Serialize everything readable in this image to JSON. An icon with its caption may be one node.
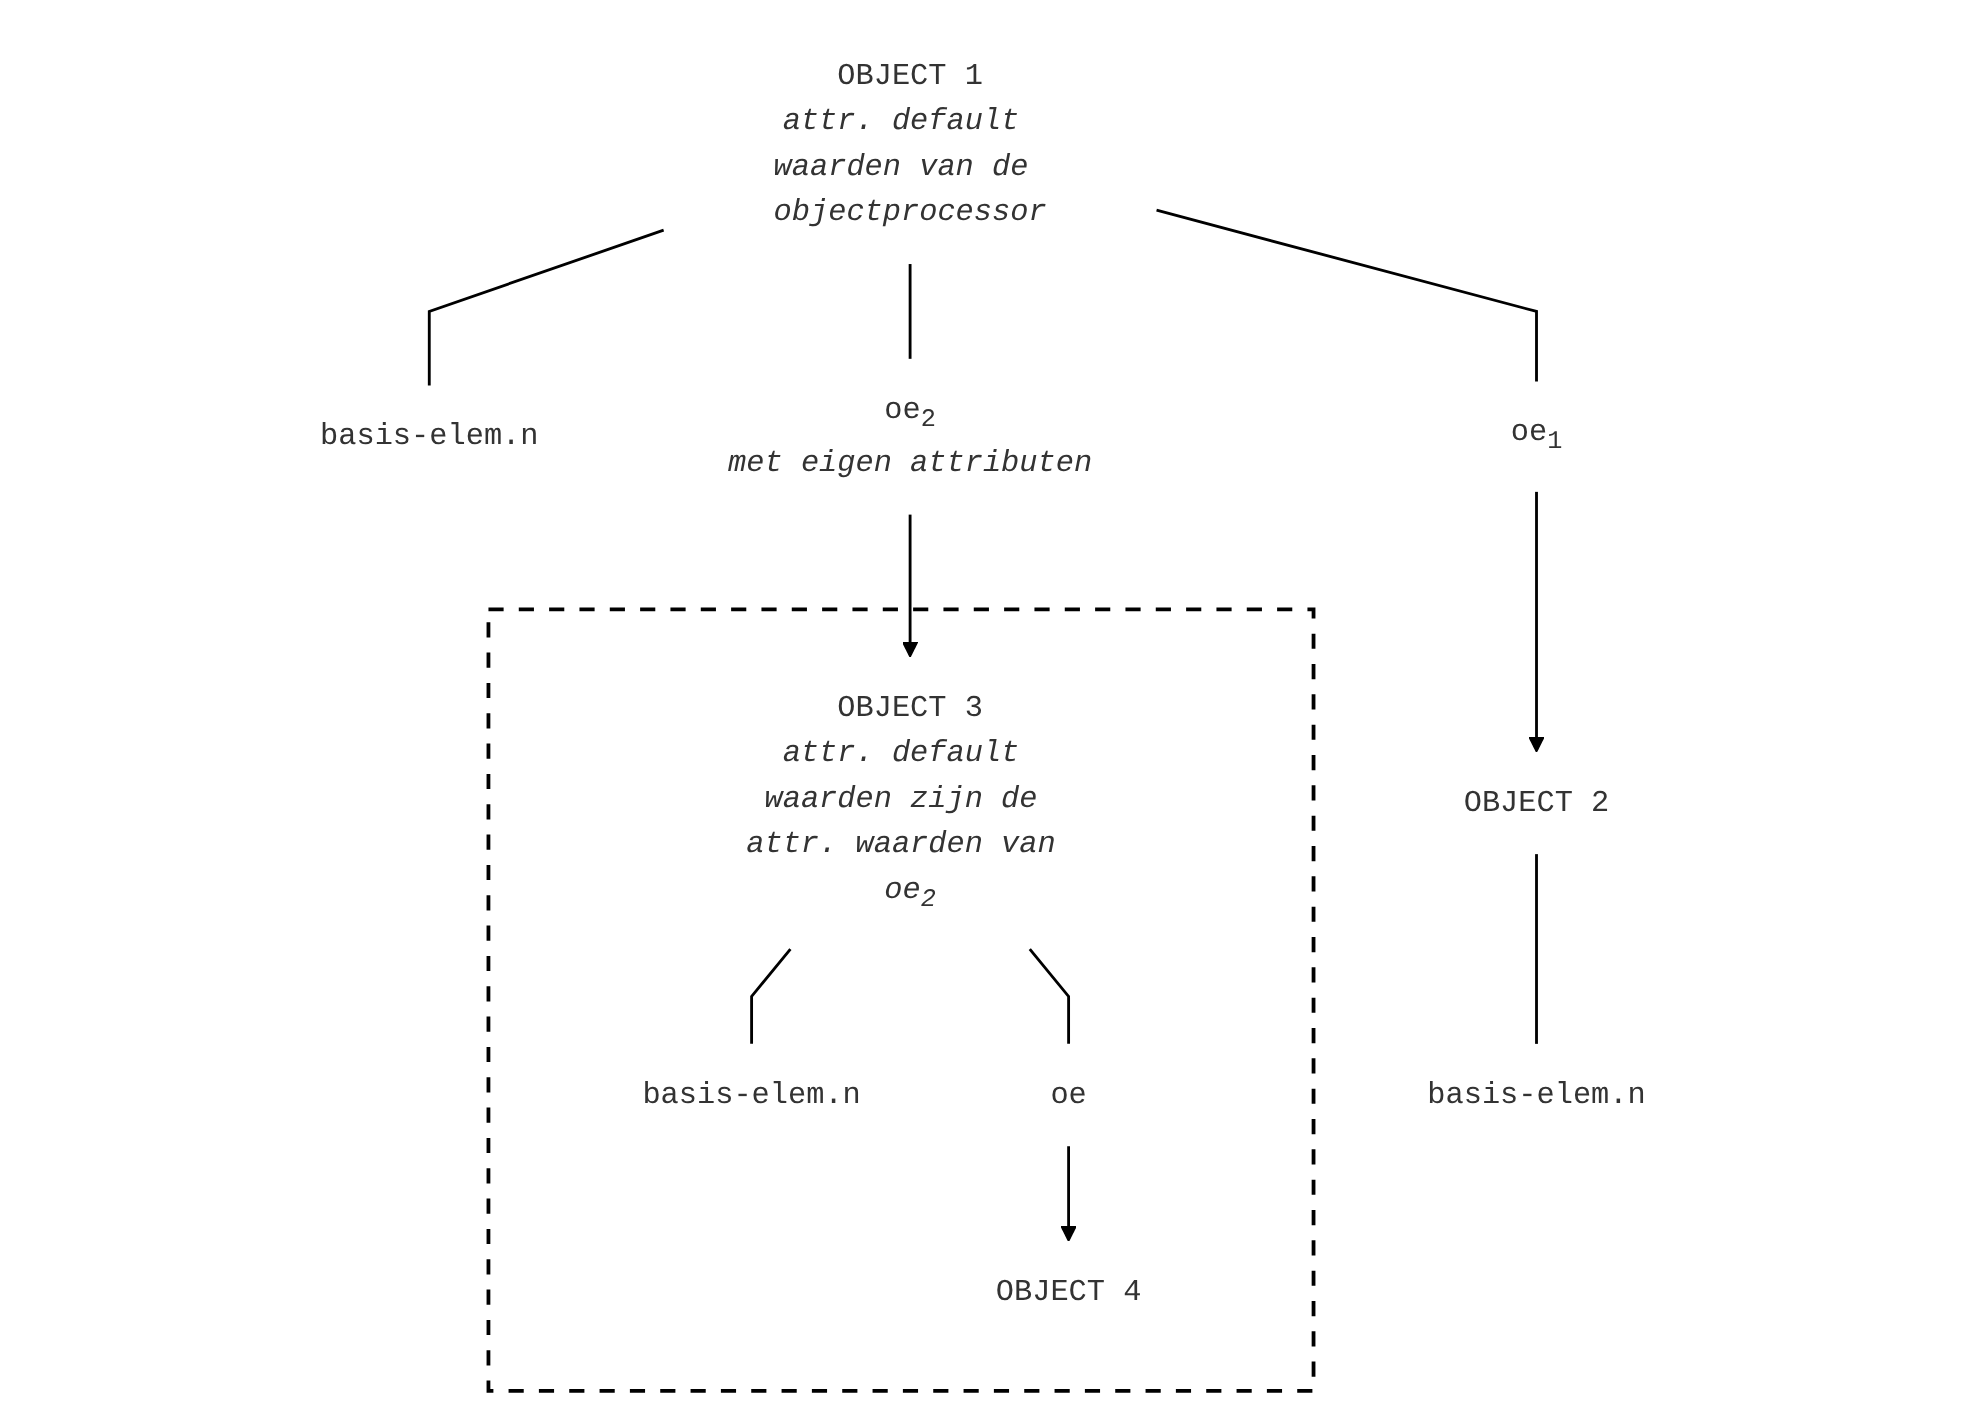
{
  "diagram": {
    "nodes": [
      {
        "text": [
          "OBJECT 1"
        ],
        "beside": [
          "attr. default waarden van de objectprocessor"
        ]
      },
      {
        "text": [
          "basis-elem.n"
        ]
      },
      {
        "text": [
          "oe$_{1}$"
        ]
      },
      {
        "text": [
          "oe$_{2}$"
        ],
        "beside": [
          "met eigen attributen"
        ]
      },
      {
        "text": [
          "OBJECT 2"
        ]
      },
      {
        "text": [],
        "shape": "box"
      },
      {
        "text": [
          "OBJECT 3"
        ],
        "in": 5,
        "beside": [
          "attr. default waarden zijn de attr. waarden van oe$_{2}$"
        ]
      },
      {
        "text": [
          "basis-elem.n"
        ]
      },
      {
        "text": [
          "basis-elem.n"
        ],
        "in": 5
      },
      {
        "text": [
          "oe"
        ],
        "in": 5
      },
      {
        "text": [
          "OBJECT 4"
        ],
        "in": 5
      }
    ],
    "edges": [
      {
        "from": 0,
        "to": 1,
        "arrow": "none"
      },
      {
        "from": 0,
        "to": 2,
        "arrow": "none"
      },
      {
        "from": 0,
        "to": 3,
        "arrow": "none"
      },
      {
        "from": 2,
        "to": 4,
        "arrow": "to"
      },
      {
        "from": 3,
        "to": 6,
        "arrow": "to"
      },
      {
        "from": 4,
        "to": 7,
        "arrow": "none"
      },
      {
        "from": 6,
        "to": 8,
        "arrow": "none"
      },
      {
        "from": 6,
        "to": 9,
        "arrow": "none"
      },
      {
        "from": 9,
        "to": 10,
        "arrow": "to"
      }
    ]
  }
}
